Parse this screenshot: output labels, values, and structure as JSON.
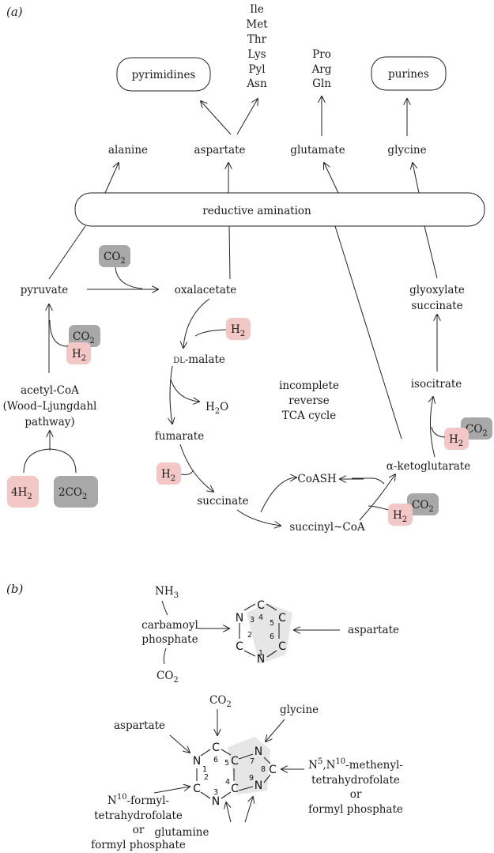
{
  "panel_a": {
    "label": "(a)",
    "amino_acids_aspartate": [
      "Ile",
      "Met",
      "Thr",
      "Lys",
      "Pyl",
      "Asn"
    ],
    "amino_acids_glutamate": [
      "Pro",
      "Arg",
      "Gln"
    ],
    "pyrimidines": "pyrimidines",
    "purines": "purines",
    "alanine": "alanine",
    "aspartate": "aspartate",
    "glutamate": "glutamate",
    "glycine": "glycine",
    "reductive_amination": "reductive amination",
    "co2": "CO",
    "co2_sub": "2",
    "h2": "H",
    "h2_sub": "2",
    "pyruvate": "pyruvate",
    "oxalacetate": "oxalacetate",
    "dl_prefix": "DL",
    "malate": "-malate",
    "h2o": "H",
    "h2o_sub": "2",
    "h2o_o": "O",
    "fumarate": "fumarate",
    "succinate": "succinate",
    "succinyl_coa": "succinyl~CoA",
    "coash": "CoASH",
    "alpha_kg": "α-ketoglutarate",
    "isocitrate": "isocitrate",
    "glyoxylate": "glyoxylate",
    "succinate2": "succinate",
    "tca_lines": [
      "incomplete",
      "reverse",
      "TCA cycle"
    ],
    "acetyl_coa_lines": [
      "acetyl-CoA",
      "(Wood–Ljungdahl",
      "pathway)"
    ],
    "h2_4": "4H",
    "co2_2": "2CO",
    "colors": {
      "h2_box": "#f4c7c7",
      "co2_box": "#a8a8a8",
      "ring_shade": "#e6e6e6"
    }
  },
  "panel_b": {
    "label": "(b)",
    "nh3": "NH",
    "nh3_sub": "3",
    "carbamoyl": [
      "carbamoyl",
      "phosphate"
    ],
    "co2": "CO",
    "co2_sub": "2",
    "aspartate": "aspartate",
    "glycine": "glycine",
    "glutamine": "glutamine",
    "formyl_left": [
      "tetrahydrofolate",
      "or",
      "formyl phosphate"
    ],
    "formyl_left_head": "-formyl-",
    "n": "N",
    "sup10": "10",
    "sup5": "5",
    "methenyl_head": "-methenyl-",
    "formyl_right": [
      "tetrahydrofolate",
      "or",
      "formyl phosphate"
    ],
    "pyr_atoms": {
      "N3": "N",
      "C4": "C",
      "C2": "C",
      "C5": "C",
      "N1": "N",
      "C6": "C"
    },
    "pyr_nums": {
      "n3": "3",
      "n4": "4",
      "n2": "2",
      "n5": "5",
      "n1": "1",
      "n6": "6"
    },
    "pur_atoms": {
      "C6": "C",
      "N1": "N",
      "C5": "C",
      "N7": "N",
      "C2": "C",
      "N3": "N",
      "C4": "C",
      "C8": "C",
      "N9": "N"
    },
    "pur_nums": {
      "n6": "6",
      "n1": "1",
      "n5": "5",
      "n7": "7",
      "n2": "2",
      "n4": "4",
      "n3": "3",
      "n8": "8",
      "n9": "9"
    }
  }
}
